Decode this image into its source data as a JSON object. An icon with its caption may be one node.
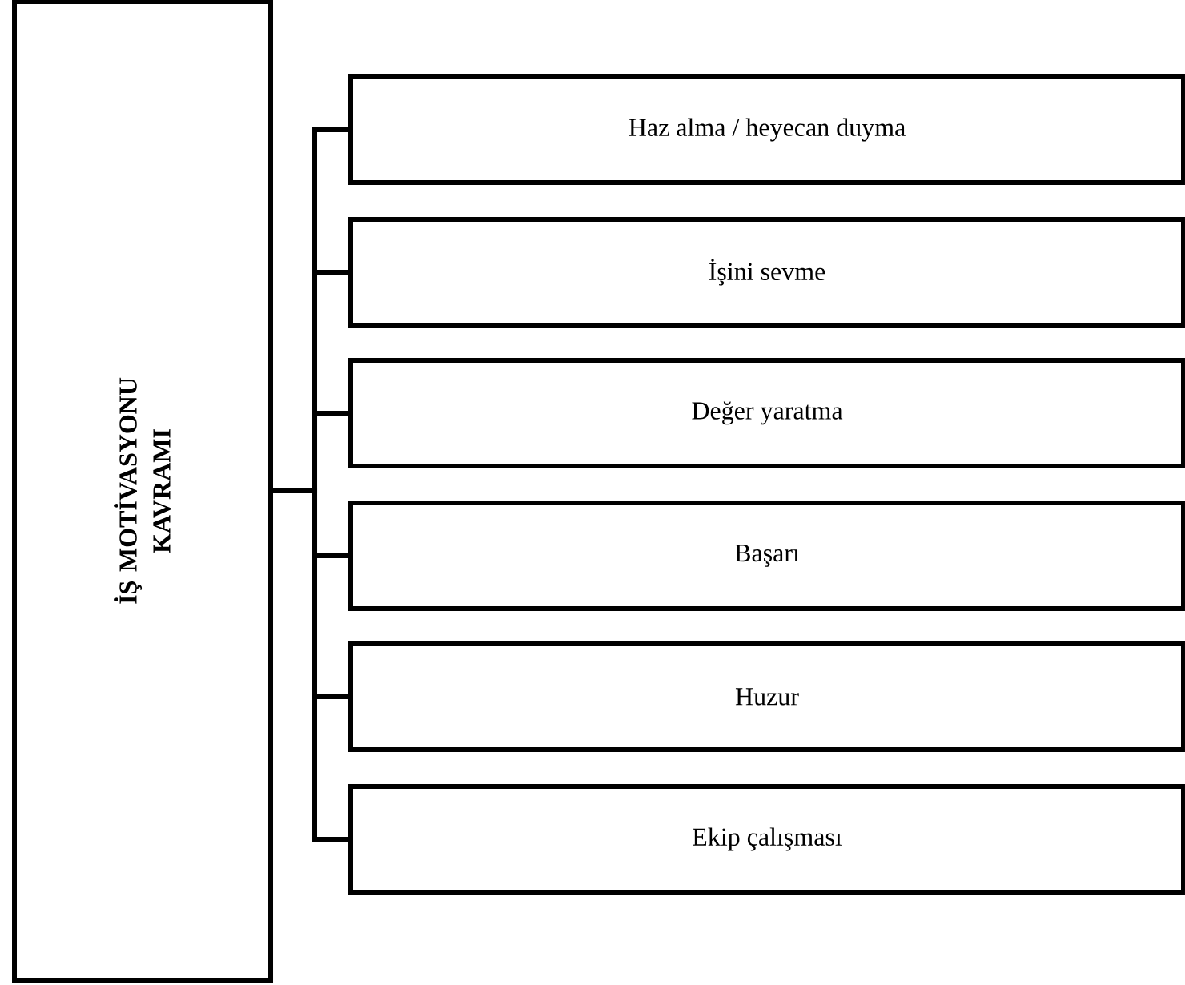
{
  "diagram": {
    "nodes": [
      {
        "text": [
          "İŞ MOTİVASYONU KAVRAMI"
        ]
      },
      {
        "text": [
          "Haz alma / heyecan duyma"
        ]
      },
      {
        "text": [
          "İşini sevme"
        ]
      },
      {
        "text": [
          "Değer yaratma"
        ]
      },
      {
        "text": [
          "Başarı"
        ]
      },
      {
        "text": [
          "Huzur"
        ]
      },
      {
        "text": [
          "Ekip çalışması"
        ]
      }
    ],
    "edges": [
      {
        "from": 0,
        "to": 1,
        "arrow": "none"
      },
      {
        "from": 0,
        "to": 2,
        "arrow": "none"
      },
      {
        "from": 0,
        "to": 3,
        "arrow": "none"
      },
      {
        "from": 0,
        "to": 4,
        "arrow": "none"
      },
      {
        "from": 0,
        "to": 5,
        "arrow": "none"
      },
      {
        "from": 0,
        "to": 6,
        "arrow": "none"
      }
    ]
  }
}
